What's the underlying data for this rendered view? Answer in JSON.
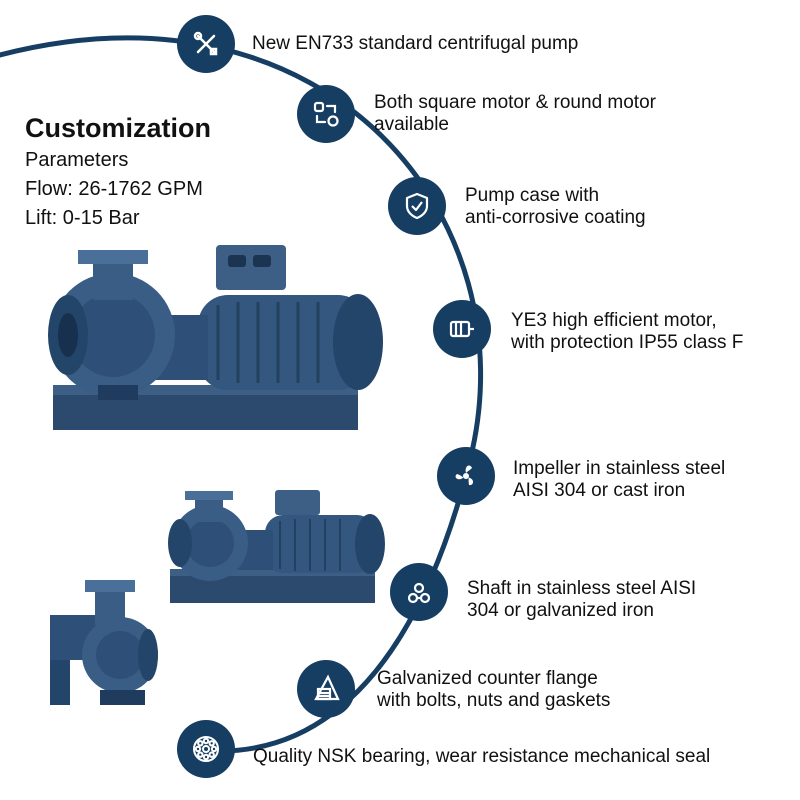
{
  "left_panel": {
    "title": "Customization",
    "specs": [
      "Parameters",
      "Flow: 26-1762 GPM",
      "Lift: 0-15 Bar"
    ]
  },
  "accent_color": "#163e63",
  "features": [
    {
      "icon": "wrench-screwdriver-icon",
      "lines": [
        "New EN733 standard centrifugal pump"
      ]
    },
    {
      "icon": "swap-arrows-icon",
      "lines": [
        "Both square motor & round motor",
        "available"
      ]
    },
    {
      "icon": "shield-check-icon",
      "lines": [
        "Pump case with",
        "anti-corrosive coating"
      ]
    },
    {
      "icon": "motor-icon",
      "lines": [
        "YE3 high efficient motor,",
        "with protection IP55 class F"
      ]
    },
    {
      "icon": "impeller-fan-icon",
      "lines": [
        "Impeller in stainless steel",
        "AISI 304 or cast iron"
      ]
    },
    {
      "icon": "shaft-bars-icon",
      "lines": [
        "Shaft in stainless steel AISI",
        "304 or galvanized iron"
      ]
    },
    {
      "icon": "flange-icon",
      "lines": [
        "Galvanized counter flange",
        "with bolts, nuts and gaskets"
      ]
    },
    {
      "icon": "bearing-icon",
      "lines": [
        "Quality NSK bearing, wear resistance mechanical seal"
      ]
    }
  ]
}
